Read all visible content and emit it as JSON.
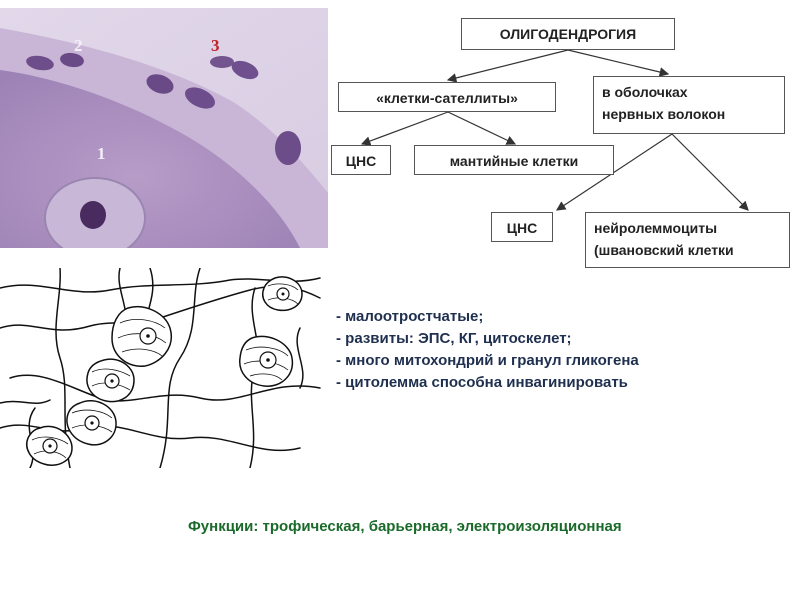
{
  "diagram": {
    "root": "ОЛИГОДЕНДРОГИЯ",
    "satellite": "«клетки-сателлиты»",
    "sheath": [
      "в оболочках",
      "нервных волокон"
    ],
    "satellite_cns": "ЦНС",
    "satellite_mantle": "мантийные клетки",
    "sheath_cns": "ЦНС",
    "sheath_neurolemmo": [
      "нейролеммоциты",
      "(швановский клетки"
    ]
  },
  "micrograph_labels": [
    "2",
    "3",
    "1"
  ],
  "features": [
    "- малоотростчатые;",
    "- развиты: ЭПС, КГ, цитоскелет;",
    "- много митохондрий и гранул гликогена",
    "- цитолемма способна инвагинировать"
  ],
  "functions": "Функции: трофическая, барьерная, электроизоляционная",
  "colors": {
    "label_red": "#c0202a",
    "label_white": "#f4f0f8",
    "feature_text": "#1f2f4f",
    "functions_text": "#1a6a2a"
  }
}
